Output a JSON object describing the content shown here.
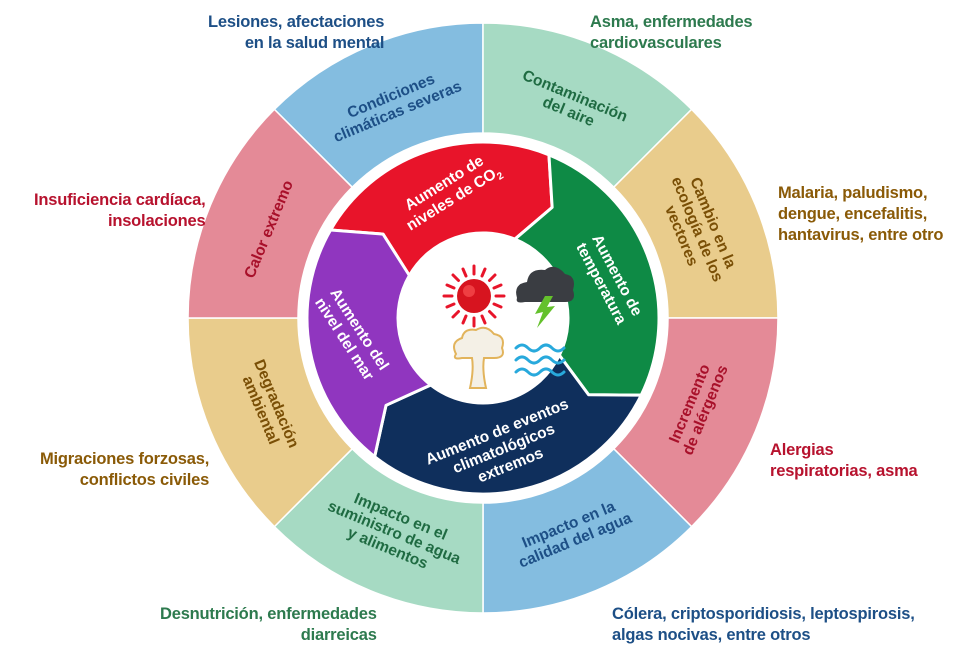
{
  "colors": {
    "blue": "#84bde0",
    "teal": "#a6dac3",
    "tan": "#e9cc8c",
    "pink": "#e48a97",
    "red": "#e8142a",
    "green": "#0e8a45",
    "navy": "#0f2f5c",
    "purple": "#9036bf",
    "label_blue": "#1d4f86",
    "label_green": "#2d7a4e",
    "label_red": "#b7122e",
    "label_brown": "#8a5a07"
  },
  "outer_ring": [
    {
      "id": "condiciones",
      "lines": [
        "Condiciones",
        "climáticas severas"
      ],
      "color": "blue",
      "text_color": "#1d4f86"
    },
    {
      "id": "contaminacion",
      "lines": [
        "Contaminación",
        "del aire"
      ],
      "color": "teal",
      "text_color": "#1f6b42"
    },
    {
      "id": "vectores",
      "lines": [
        "Cambio en la",
        "ecología de los",
        "vectores"
      ],
      "color": "tan",
      "text_color": "#7a4f06"
    },
    {
      "id": "alergenos",
      "lines": [
        "Incremento",
        "de alérgenos"
      ],
      "color": "pink",
      "text_color": "#a8102a"
    },
    {
      "id": "calidad-agua",
      "lines": [
        "Impacto en la",
        "calidad del agua"
      ],
      "color": "blue",
      "text_color": "#1d4f86"
    },
    {
      "id": "suministro",
      "lines": [
        "Impacto en el",
        "suministro de agua",
        "y alimentos"
      ],
      "color": "teal",
      "text_color": "#1f6b42"
    },
    {
      "id": "degradacion",
      "lines": [
        "Degradación",
        "ambiental"
      ],
      "color": "tan",
      "text_color": "#7a4f06"
    },
    {
      "id": "calor",
      "lines": [
        "Calor extremo"
      ],
      "color": "pink",
      "text_color": "#a8102a"
    }
  ],
  "inner_ring": [
    {
      "id": "co2",
      "lines": [
        "Aumento de",
        "niveles de CO"
      ],
      "subscript": "2",
      "color": "red"
    },
    {
      "id": "temperatura",
      "lines": [
        "Aumento de",
        "temperatura"
      ],
      "color": "green"
    },
    {
      "id": "eventos",
      "lines": [
        "Aumento de eventos",
        "climatológicos",
        "extremos"
      ],
      "color": "navy"
    },
    {
      "id": "nivel-mar",
      "lines": [
        "Aumento del",
        "nivel del mar"
      ],
      "color": "purple"
    }
  ],
  "center_icons": [
    "sun-icon",
    "storm-cloud-icon",
    "mushroom-cloud-icon",
    "water-waves-icon"
  ],
  "outside_labels": {
    "lesiones": "Lesiones, afectaciones\nen la salud mental",
    "asma": "Asma, enfermedades\ncardiovasculares",
    "malaria": "Malaria, paludismo,\ndengue, encefalitis,\nhantavirus, entre otro",
    "alergias": "Alergias\nrespiratorias, asma",
    "colera": "Cólera, criptosporidiosis, leptospirosis,\nalgas nocivas, entre otros",
    "desnutricion": "Desnutrición, enfermedades\ndiarreicas",
    "migraciones": "Migraciones forzosas,\nconflictos civiles",
    "insuficiencia": "Insuficiencia cardíaca,\ninsolaciones"
  }
}
